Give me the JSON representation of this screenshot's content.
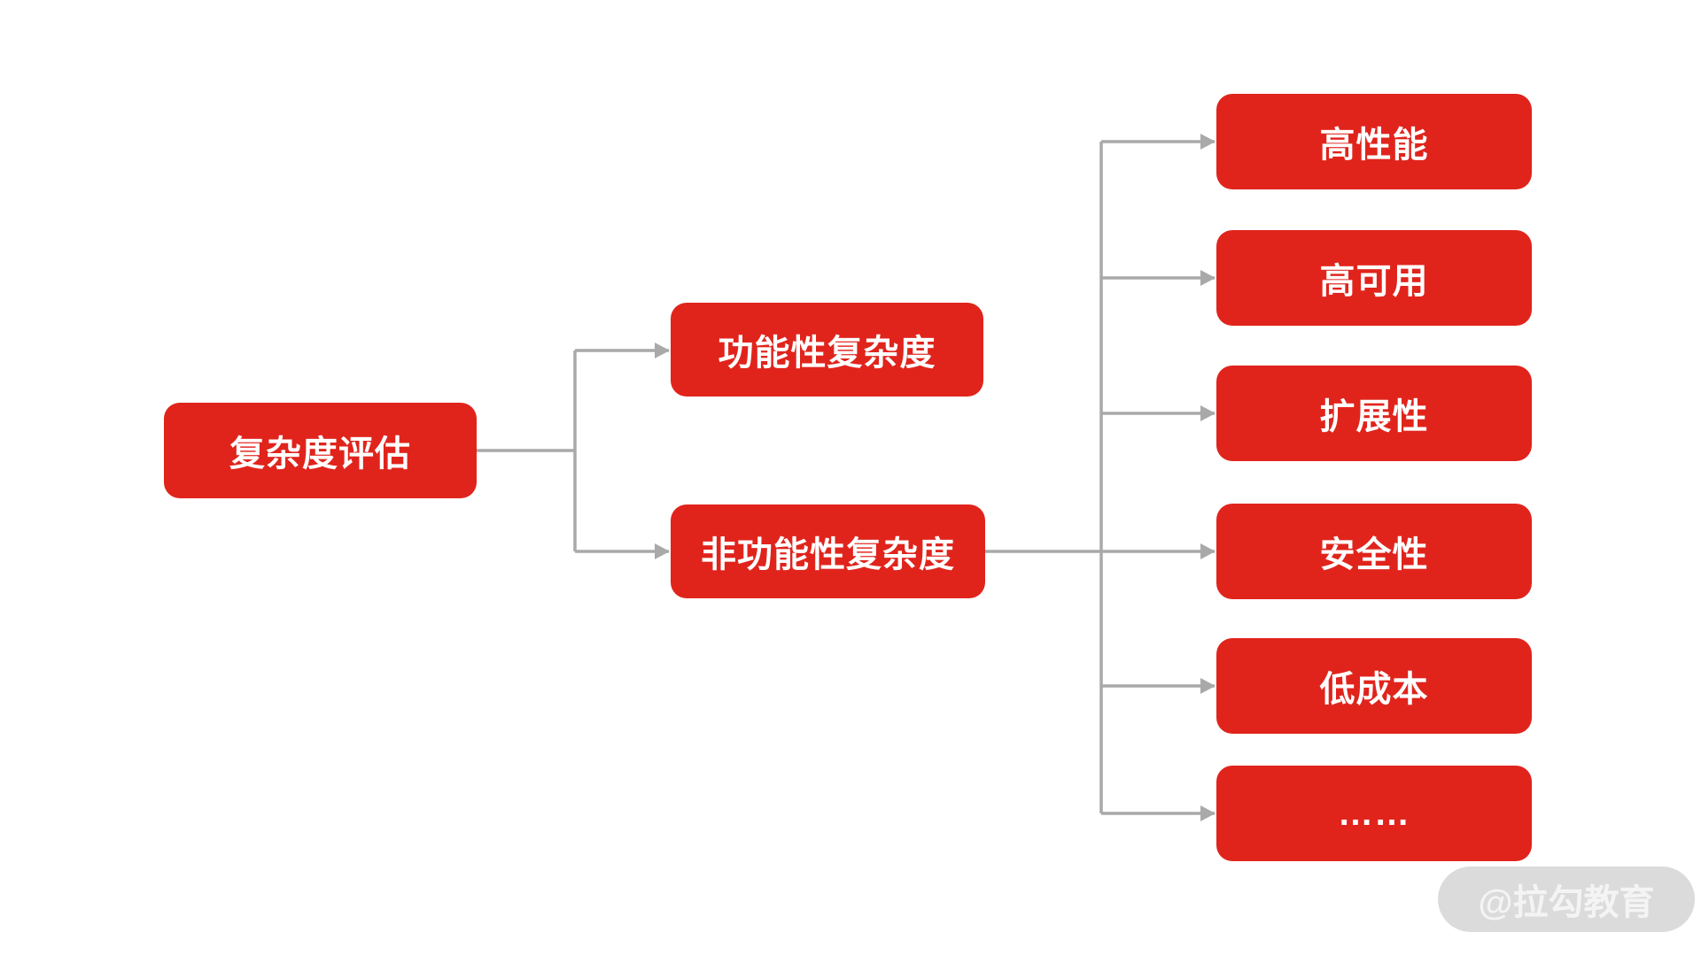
{
  "diagram": {
    "root": {
      "label": "复杂度评估"
    },
    "branches": [
      {
        "label": "功能性复杂度"
      },
      {
        "label": "非功能性复杂度"
      }
    ],
    "leaves": [
      {
        "label": "高性能"
      },
      {
        "label": "高可用"
      },
      {
        "label": "扩展性"
      },
      {
        "label": "安全性"
      },
      {
        "label": "低成本"
      },
      {
        "label": "……"
      }
    ],
    "colors": {
      "node_fill": "#E0241C",
      "node_text": "#FFFFFF",
      "connector": "#A9A9A9",
      "watermark_bg": "#DBDBDB",
      "watermark_text": "#F4F4F4"
    }
  },
  "watermark": {
    "label": "@拉勾教育"
  }
}
